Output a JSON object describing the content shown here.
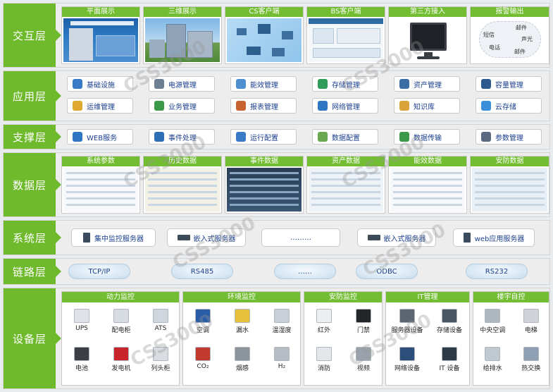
{
  "layers": {
    "interaction": "交互层",
    "application": "应用层",
    "support": "支撑层",
    "data": "数据层",
    "system": "系统层",
    "link": "链路层",
    "device": "设备层"
  },
  "interaction_cards": [
    "平面展示",
    "三维展示",
    "CS客户端",
    "BS客户端",
    "第三方接入",
    "报警输出"
  ],
  "alarm_labels": [
    "短信",
    "邮件",
    "声光",
    "电话",
    "邮件"
  ],
  "app_row1": [
    "基础设施",
    "电源管理",
    "能效管理",
    "存储管理",
    "资产管理",
    "容量管理"
  ],
  "app_row2": [
    "运维管理",
    "业务管理",
    "报表管理",
    "网络管理",
    "知识库",
    "云存储"
  ],
  "support_items": [
    "WEB服务",
    "事件处理",
    "运行配置",
    "数据配置",
    "数据传输",
    "参数管理"
  ],
  "data_cards": [
    "系统参数",
    "历史数据",
    "事件数据",
    "资产数据",
    "能效数据",
    "安防数据"
  ],
  "system_items": [
    "集中监控服务器",
    "嵌入式服务器",
    "………",
    "嵌入式服务器",
    "web应用服务器"
  ],
  "link_items": [
    "TCP/IP",
    "RS485",
    "……",
    "ODBC",
    "RS232"
  ],
  "device_groups": [
    {
      "title": "动力监控",
      "items": [
        "UPS",
        "配电柜",
        "ATS",
        "电池",
        "发电机",
        "列头柜"
      ]
    },
    {
      "title": "环境监控",
      "items": [
        "空调",
        "漏水",
        "温湿度",
        "CO₂",
        "烟感",
        "H₂"
      ]
    },
    {
      "title": "安防监控",
      "items": [
        "红外",
        "门禁",
        "消防",
        "视频"
      ]
    },
    {
      "title": "IT管理",
      "items": [
        "服务器设备",
        "存储设备",
        "网络设备",
        "IT 设备"
      ]
    },
    {
      "title": "楼宇自控",
      "items": [
        "中央空调",
        "电梯",
        "给排水",
        "热交换"
      ]
    }
  ],
  "watermark": "CSS3000",
  "colors": {
    "green": "#6fba2c",
    "navy": "#1b3f8f"
  }
}
